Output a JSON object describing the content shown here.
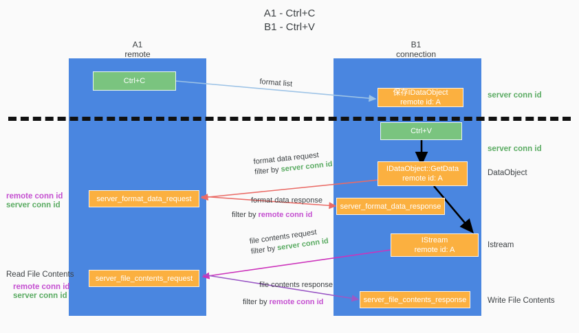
{
  "title": {
    "line1": "A1 - Ctrl+C",
    "line2": "B1 - Ctrl+V"
  },
  "columns": [
    {
      "name": "A1",
      "sub": "remote"
    },
    {
      "name": "B1",
      "sub": "connection"
    }
  ],
  "boxes": {
    "ctrl_c": "Ctrl+C",
    "ctrl_v": "Ctrl+V",
    "idataobject_title": "保存IDataObject",
    "idataobject_sub": "remote id: A",
    "getdata_title": "IDataObject::GetData",
    "getdata_sub": "remote id: A",
    "istream_title": "IStream",
    "istream_sub": "remote id: A",
    "server_format_data_request": "server_format_data_request",
    "server_format_data_response": "server_format_data_response",
    "server_file_contents_request": "server_file_contents_request",
    "server_file_contents_response": "server_file_contents_response"
  },
  "right_labels": {
    "server_conn_id_top": "server conn id",
    "server_conn_id_mid": "server conn id",
    "dataobject": "DataObject",
    "istream": "Istream",
    "write_file_contents": "Write File Contents"
  },
  "left_labels": {
    "remote_conn_id_1": "remote conn id",
    "server_conn_id_1": "server conn id",
    "read_file_contents": "Read File Contents",
    "remote_conn_id_2": "remote conn id",
    "server_conn_id_2": "server conn id"
  },
  "captions": {
    "format_list": "format list",
    "format_data_request": "format data request",
    "format_data_request_filter_prefix": "filter by ",
    "format_data_request_filter_value": "server conn id",
    "format_data_response": "format data response",
    "format_data_response_filter_prefix": "filter by ",
    "format_data_response_filter_value": "remote conn id",
    "file_contents_request": "file contents request",
    "file_contents_request_filter_prefix": "filter by ",
    "file_contents_request_filter_value": "server conn id",
    "file_contents_response": "file contents response",
    "file_contents_response_filter_prefix": "filter by ",
    "file_contents_response_filter_value": "remote conn id"
  },
  "colors": {
    "lane": "#4a86e0",
    "green_box": "#7ac47f",
    "orange_box": "#fbb040",
    "green_text": "#5aab62",
    "purple_text": "#c44fd0",
    "blue_arrow": "#9dc3e6",
    "red_arrow": "#ea6b66",
    "magenta_arrow": "#cc33bb",
    "purple_arrow": "#9b59c6",
    "black_arrow": "#000000",
    "background": "#fafafa"
  }
}
